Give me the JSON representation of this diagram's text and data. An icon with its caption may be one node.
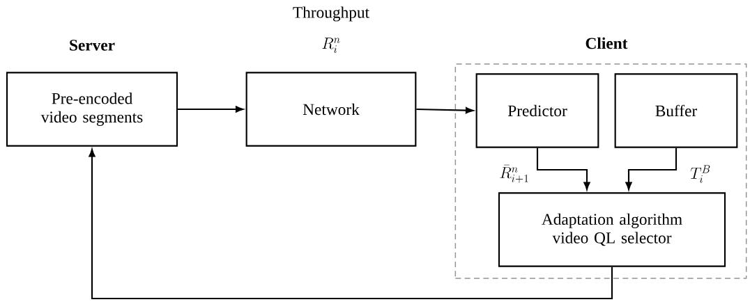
{
  "diagram": {
    "nodes": [
      {
        "text": [
          "Server",
          "Pre-encoded video segments"
        ]
      },
      {
        "text": [
          "Network"
        ]
      },
      {
        "text": [
          "Client"
        ]
      },
      {
        "text": [
          "Predictor"
        ],
        "in": 2
      },
      {
        "text": [
          "Buffer"
        ],
        "in": 2
      },
      {
        "text": [
          "Adaptation algorithm video QL selector"
        ],
        "in": 2
      }
    ],
    "edges": [
      {
        "from": 0,
        "to": 1,
        "arrow": "to"
      },
      {
        "from": 1,
        "to": 3,
        "arrow": "to"
      },
      {
        "from": 3,
        "to": 5,
        "arrow": "to",
        "label": "\\bar{R}_{i+1}^{n}"
      },
      {
        "from": 4,
        "to": 5,
        "arrow": "to",
        "label": "T_{i}^{B}"
      },
      {
        "from": 5,
        "to": 0,
        "arrow": "to"
      }
    ],
    "labels": [
      "Throughput",
      "R_{i}^{n}"
    ]
  }
}
